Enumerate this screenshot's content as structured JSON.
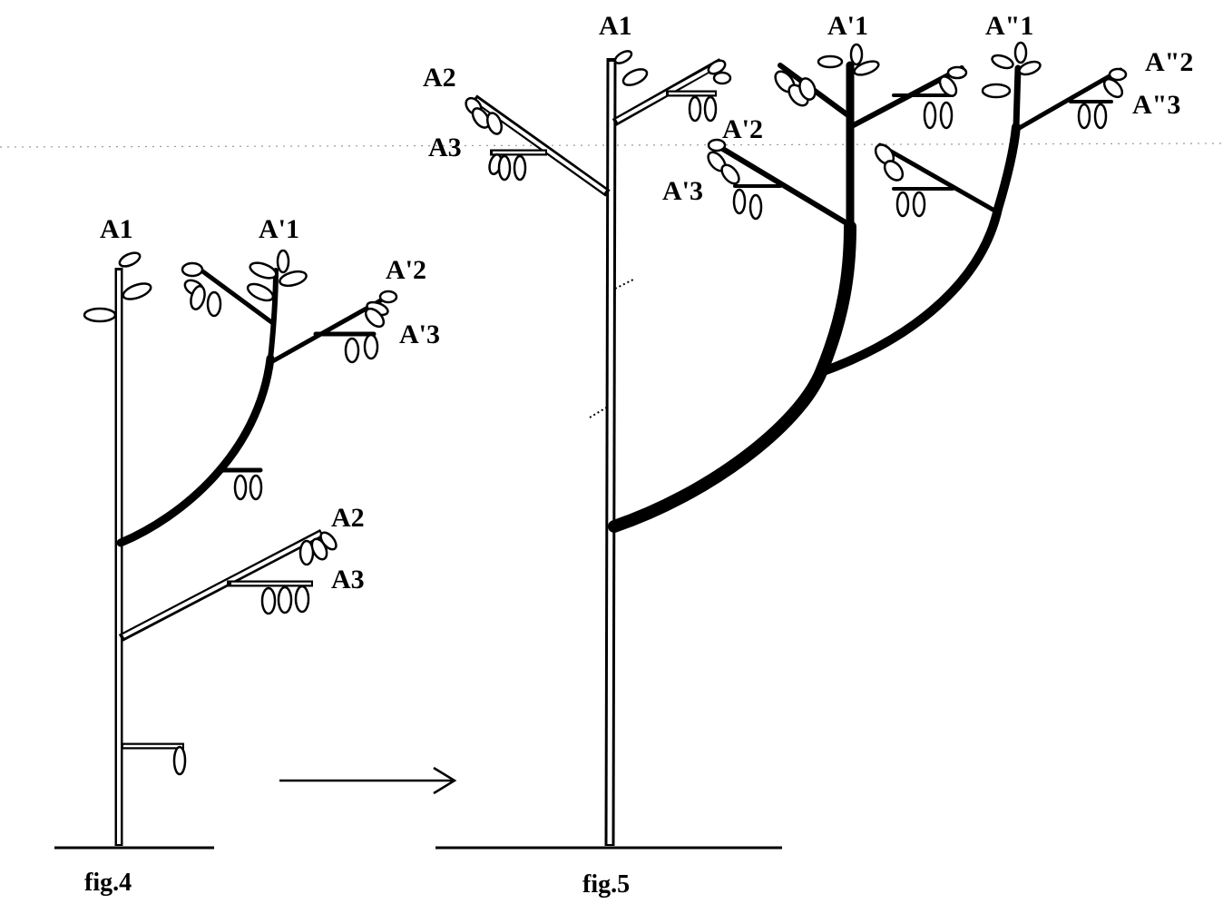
{
  "fig4": {
    "caption": "fig.4",
    "labels": {
      "a1": "A1",
      "ap1": "A'1",
      "ap2": "A'2",
      "ap3": "A'3",
      "a2": "A2",
      "a3": "A3"
    }
  },
  "fig5": {
    "caption": "fig.5",
    "labels": {
      "a1": "A1",
      "ap1": "A'1",
      "app1": "A\"1",
      "app2": "A\"2",
      "app3": "A\"3",
      "a2": "A2",
      "a3": "A3",
      "ap2": "A'2",
      "ap3": "A'3"
    }
  },
  "arrow": {
    "icon": "right-arrow-icon",
    "color": "#000000"
  }
}
